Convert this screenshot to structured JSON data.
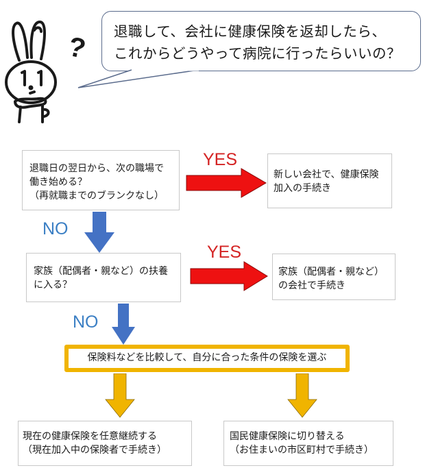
{
  "speech_bubble": {
    "line1": "退職して、会社に健康保険を返却したら、",
    "line2": "これからどうやって病院に行ったらいいの？"
  },
  "character": {
    "question_mark": "?"
  },
  "flow": {
    "q1": {
      "lines": [
        "退職日の翌日から、次の職場で",
        "働き始める？",
        "（再就職までのブランクなし）"
      ],
      "yes_label": "YES",
      "no_label": "NO",
      "yes_result": [
        "新しい会社で、健康保険",
        "加入の手続き"
      ]
    },
    "q2": {
      "lines": [
        "家族（配偶者・親など）の扶養",
        "に入る？"
      ],
      "yes_label": "YES",
      "no_label": "NO",
      "yes_result": [
        "家族（配偶者・親など）",
        "の会社で手続き"
      ]
    },
    "choose": {
      "text": "保険料などを比較して、自分に合った条件の保険を選ぶ"
    },
    "option_left": [
      "現在の健康保険を任意継続する",
      "（現在加入中の保険者で手続き）"
    ],
    "option_right": [
      "国民健康保険に切り替える",
      "（お住まいの市区町村で手続き）"
    ]
  },
  "colors": {
    "yes_arrow": "#ee1111",
    "no_arrow": "#4472c4",
    "choice_arrow": "#f0b400",
    "yes_text": "#d42323",
    "no_text": "#3b7fc4"
  }
}
